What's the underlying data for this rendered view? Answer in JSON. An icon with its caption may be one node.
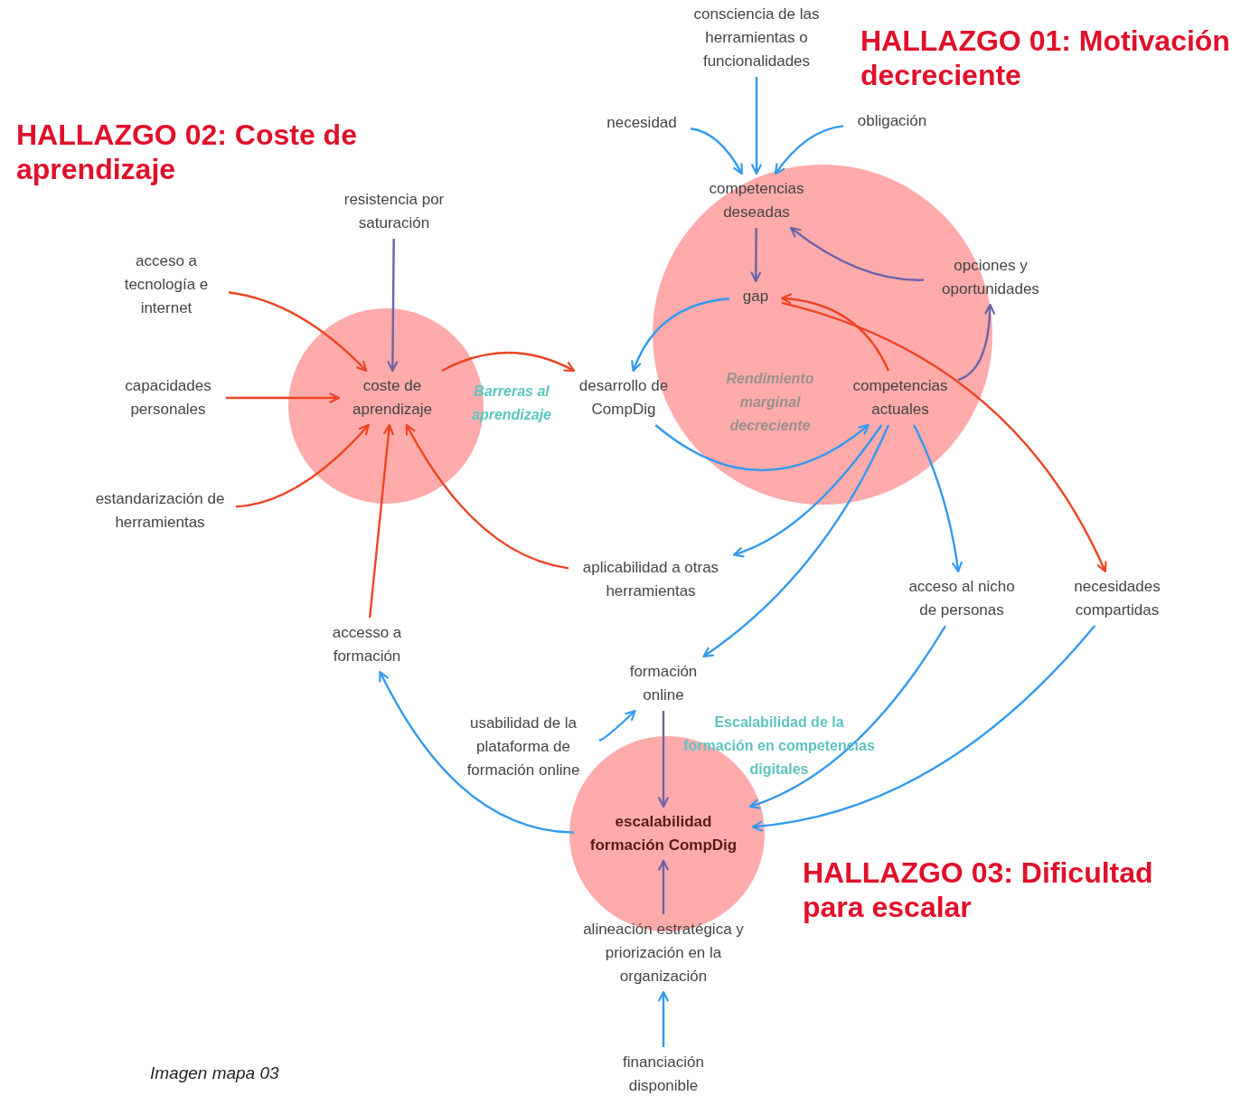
{
  "diagram": {
    "caption": "Imagen mapa 03",
    "nodes": [
      {
        "text": [
          "consciencia de las herramientas o funcionalidades"
        ]
      },
      {
        "text": [
          "necesidad"
        ]
      },
      {
        "text": [
          "obligación"
        ]
      },
      {
        "text": [
          "competencias deseadas"
        ]
      },
      {
        "text": [
          "gap"
        ]
      },
      {
        "text": [
          "opciones y oportunidades"
        ]
      },
      {
        "text": [
          "resistencia por saturación"
        ]
      },
      {
        "text": [
          "acceso a tecnología e internet"
        ]
      },
      {
        "text": [
          "coste de aprendizaje"
        ]
      },
      {
        "text": [
          "capacidades personales"
        ]
      },
      {
        "text": [
          "desarrollo de CompDig"
        ]
      },
      {
        "text": [
          "competencias actuales"
        ]
      },
      {
        "text": [
          "estandarización de herramientas"
        ]
      },
      {
        "text": [
          "aplicabilidad a otras herramientas"
        ]
      },
      {
        "text": [
          "acceso al nicho de personas"
        ]
      },
      {
        "text": [
          "necesidades compartidas"
        ]
      },
      {
        "text": [
          "accesso a formación"
        ]
      },
      {
        "text": [
          "formación online"
        ]
      },
      {
        "text": [
          "usabilidad de la plataforma de formación online"
        ]
      },
      {
        "text": [
          "escalabilidad formación CompDig"
        ]
      },
      {
        "text": [
          "alineación estratégica y priorización en la organización"
        ]
      },
      {
        "text": [
          "financiación disponible"
        ]
      }
    ],
    "edges": [
      {
        "from": 0,
        "to": 3,
        "arrow": "to"
      },
      {
        "from": 1,
        "to": 3,
        "arrow": "to"
      },
      {
        "from": 2,
        "to": 3,
        "arrow": "to"
      },
      {
        "from": 3,
        "to": 4,
        "arrow": "to",
        "color": "#6a64a8"
      },
      {
        "from": 5,
        "to": 3,
        "arrow": "to",
        "color": "#6a64a8"
      },
      {
        "from": 11,
        "to": 5,
        "arrow": "to",
        "color": "#6a64a8"
      },
      {
        "from": 11,
        "to": 4,
        "arrow": "to",
        "color": "#ee4422"
      },
      {
        "from": 4,
        "to": 10,
        "arrow": "to"
      },
      {
        "from": 10,
        "to": 11,
        "arrow": "to"
      },
      {
        "from": 4,
        "to": 15,
        "arrow": "to",
        "color": "#ee4422"
      },
      {
        "from": 6,
        "to": 8,
        "arrow": "to",
        "color": "#6a64a8"
      },
      {
        "from": 7,
        "to": 8,
        "arrow": "to",
        "color": "#ee4422"
      },
      {
        "from": 9,
        "to": 8,
        "arrow": "to",
        "color": "#ee4422"
      },
      {
        "from": 12,
        "to": 8,
        "arrow": "to",
        "color": "#ee4422"
      },
      {
        "from": 8,
        "to": 10,
        "arrow": "to",
        "color": "#ee4422"
      },
      {
        "from": 13,
        "to": 8,
        "arrow": "to",
        "color": "#ee4422"
      },
      {
        "from": 11,
        "to": 13,
        "arrow": "to"
      },
      {
        "from": 11,
        "to": 14,
        "arrow": "to"
      },
      {
        "from": 11,
        "to": 17,
        "arrow": "to"
      },
      {
        "from": 14,
        "to": 19,
        "arrow": "to"
      },
      {
        "from": 15,
        "to": 19,
        "arrow": "to"
      },
      {
        "from": 16,
        "to": 8,
        "arrow": "to",
        "color": "#ee4422"
      },
      {
        "from": 19,
        "to": 16,
        "arrow": "to"
      },
      {
        "from": 18,
        "to": 17,
        "arrow": "to"
      },
      {
        "from": 17,
        "to": 19,
        "arrow": "to",
        "color": "#6a64a8"
      },
      {
        "from": 20,
        "to": 19,
        "arrow": "to",
        "color": "#6a64a8"
      },
      {
        "from": 21,
        "to": 20,
        "arrow": "to"
      }
    ],
    "labels": [
      "HALLAZGO 01: Motivación decreciente",
      "HALLAZGO 02: Coste de aprendizaje",
      "Barreras al aprendizaje",
      "Rendimiento marginal decreciente",
      "Escalabilidad de la formación en competencias digitales",
      "HALLAZGO 03: Dificultad para escalar"
    ]
  }
}
